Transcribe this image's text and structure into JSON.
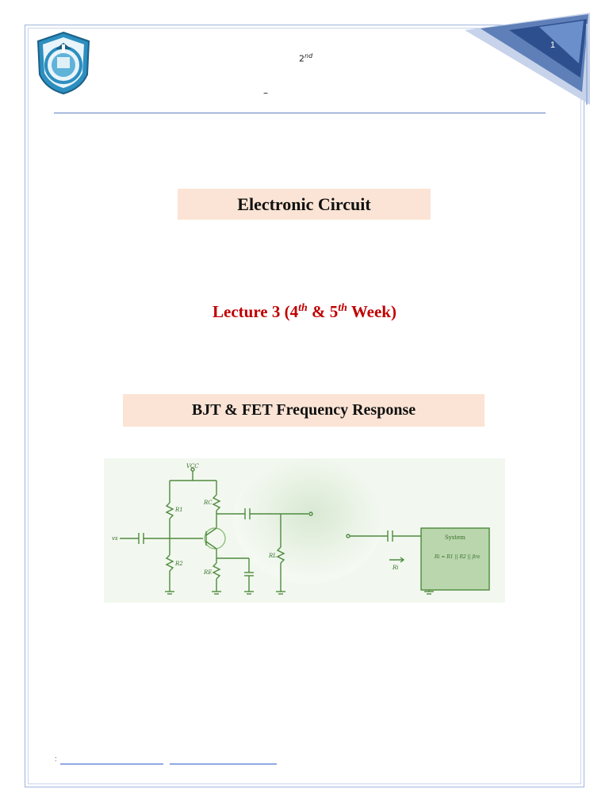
{
  "header": {
    "grade_base": "2",
    "grade_sup": "nd",
    "dash": "–",
    "page_number": "1"
  },
  "title": "Electronic Circuit",
  "lecture": {
    "prefix": "Lecture 3 (4",
    "sup1": "th",
    "middle": " & 5",
    "sup2": "th",
    "suffix": " Week)"
  },
  "subtitle": "BJT & FET Frequency Response",
  "figure": {
    "labels": {
      "vcc": "VCC",
      "r1": "R1",
      "r2": "R2",
      "rc": "RC",
      "re": "RE",
      "rl": "RL",
      "ri": "Ri",
      "system": "System",
      "vs": "vs",
      "input_formula": "Ri = R1 || R2 || βre"
    }
  },
  "footer": {
    "colon": ":"
  },
  "colors": {
    "accent_blue": "#5b7fc0",
    "lecture_red": "#c00000",
    "highlight_peach": "#fbe4d5",
    "circuit_green": "#4e8a3e"
  }
}
